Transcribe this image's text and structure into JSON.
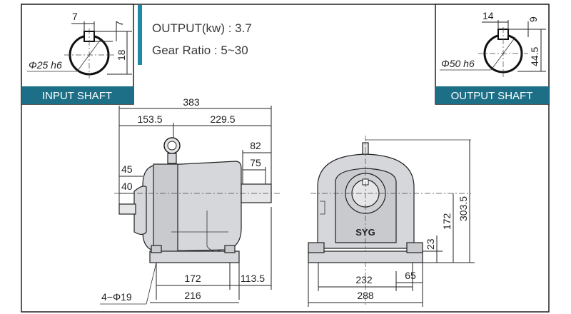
{
  "specs": {
    "output_power": "OUTPUT(kw) : 3.7",
    "gear_ratio": "Gear Ratio : 5~30"
  },
  "input_shaft": {
    "title": "INPUT SHAFT",
    "diameter": "Φ25 h6",
    "key_width": "7",
    "key_depth": "7",
    "shaft_height": "18"
  },
  "output_shaft": {
    "title": "OUTPUT SHAFT",
    "diameter": "Φ50 h6",
    "key_width": "14",
    "key_depth": "9",
    "shaft_height": "44.5"
  },
  "side_view": {
    "overall_length": "383",
    "left_length": "153.5",
    "right_length": "229.5",
    "output_shaft_length": "82",
    "output_key_length": "75",
    "input_shaft_length": "45",
    "input_key_length": "40",
    "foot_hole_spacing": "172",
    "foot_to_end": "113.5",
    "foot_length": "216",
    "bolt_holes": "4−Φ19"
  },
  "front_view": {
    "brand": "SYG",
    "overall_height": "303.5",
    "shaft_center_height": "172",
    "foot_thickness": "23",
    "foot_hole_spacing": "232",
    "foot_edge": "65",
    "foot_width": "288"
  },
  "colors": {
    "accent": "#1e8aa6",
    "banner": "#1c6f86",
    "frame": "#222222"
  }
}
